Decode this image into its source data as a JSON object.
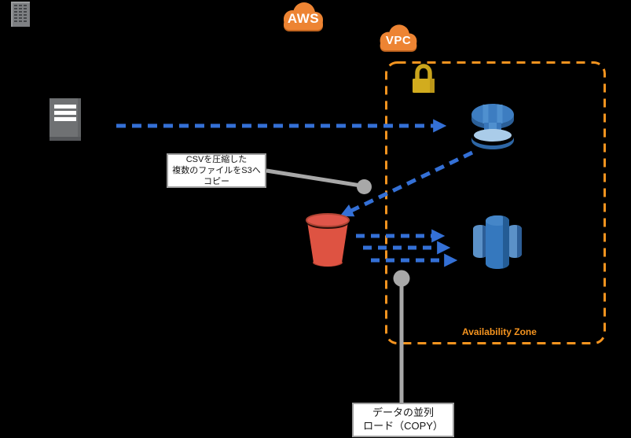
{
  "diagram": {
    "background": "#000000",
    "colors": {
      "aws_orange": "#ED8433",
      "aws_orange_shadow": "#C1651F",
      "az_border_orange": "#F5941F",
      "arrow_blue": "#3470D6",
      "callout_gray": "#A8A8A8",
      "lock_gold": "#D2AC1E",
      "s3_red": "#DE5342",
      "db_blue": "#3C7CC0"
    }
  },
  "nodes": {
    "datacenter_building": {
      "icon": "building-icon"
    },
    "onprem_server": {
      "icon": "server-icon"
    },
    "aws_cloud": {
      "label": "AWS",
      "icon": "aws-cloud-icon"
    },
    "vpc_cloud": {
      "label": "VPC",
      "icon": "vpc-cloud-icon"
    },
    "availability_zone": {
      "label": "Availability Zone"
    },
    "security_lock": {
      "icon": "lock-icon"
    },
    "dynamodb": {
      "icon": "dynamodb-icon"
    },
    "s3_bucket": {
      "icon": "s3-bucket-icon"
    },
    "redshift": {
      "icon": "redshift-icon"
    }
  },
  "callouts": {
    "s3_copy": {
      "line1": "CSVを圧縮した",
      "line2": "複数のファイルをS3へ",
      "line3": "コピー"
    },
    "parallel_load": {
      "line1": "データの並列",
      "line2": "ロード（COPY）"
    }
  }
}
